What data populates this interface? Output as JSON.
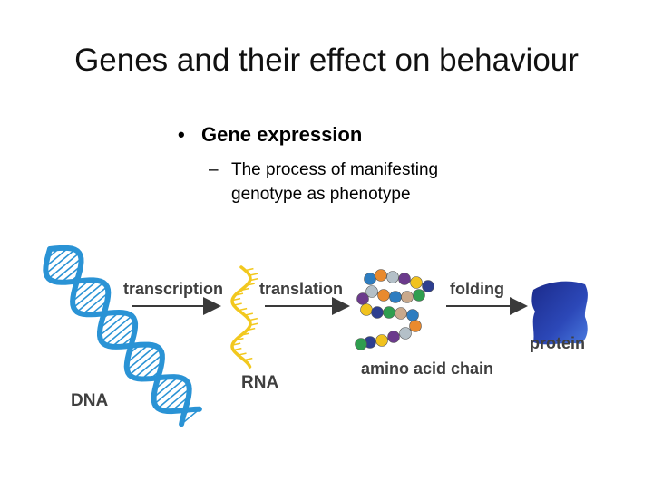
{
  "slide": {
    "title": "Genes and their effect on behaviour",
    "bullet": {
      "marker": "•",
      "text": "Gene expression"
    },
    "sub_bullet": {
      "marker": "–",
      "text": "The process of manifesting genotype as phenotype"
    }
  },
  "diagram": {
    "steps": [
      {
        "arrow_label": "transcription",
        "from": "DNA",
        "to": "RNA"
      },
      {
        "arrow_label": "translation",
        "from": "RNA",
        "to": "amino acid chain"
      },
      {
        "arrow_label": "folding",
        "from": "amino acid chain",
        "to": "protein"
      }
    ],
    "labels": {
      "dna": "DNA",
      "rna": "RNA",
      "chain": "amino acid chain",
      "protein": "protein",
      "transcription": "transcription",
      "translation": "translation",
      "folding": "folding"
    },
    "colors": {
      "dna": "#2a93d5",
      "rna": "#f2c81e",
      "arrow": "#3a3a3a",
      "protein_dark": "#1b2a8a",
      "protein_light": "#3f6fd8",
      "amino_acids": [
        "#2e7dc0",
        "#6b3a8c",
        "#2f9e4f",
        "#e98a2e",
        "#f1c21e",
        "#c9a98c",
        "#b4c0c8",
        "#2e3f8f"
      ]
    }
  }
}
